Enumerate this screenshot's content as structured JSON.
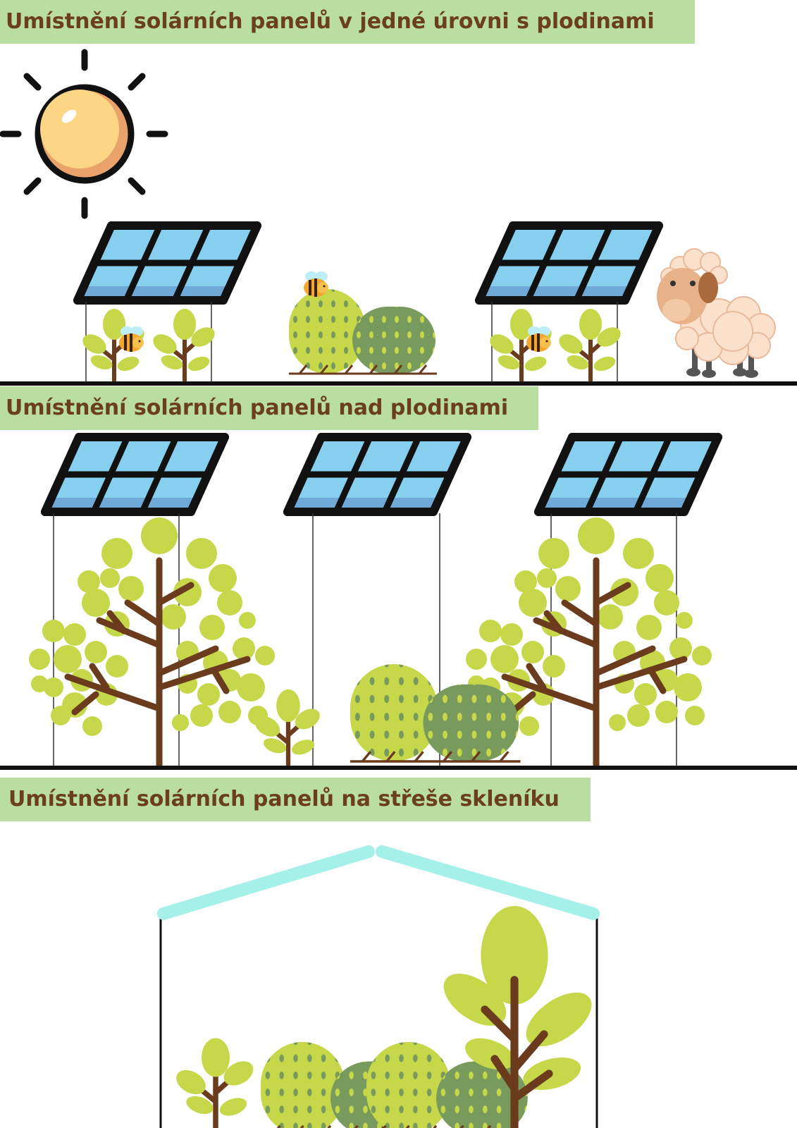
{
  "titles": {
    "same_level": "Umístnění solárních panelů v jedné úrovni s plodinami",
    "above_crops": "Umístnění solárních panelů nad plodinami",
    "greenhouse": "Umístnění solárních panelů na střeše skleníku"
  },
  "colors": {
    "banner": "#b9dea0",
    "title_text": "#6b3f1d",
    "panel_cell": "#86cfee",
    "panel_frame": "#111111",
    "leaf": "#c6d84a",
    "shrub_dark": "#789a5c",
    "trunk": "#6b3b1e",
    "sun": "#fcd585",
    "greenhouse_roof": "#a6f0ea"
  },
  "icons": [
    "sun-icon",
    "solar-panel-icon",
    "bee-icon",
    "sheep-icon",
    "tree-icon",
    "shrub-icon",
    "greenhouse-icon"
  ]
}
